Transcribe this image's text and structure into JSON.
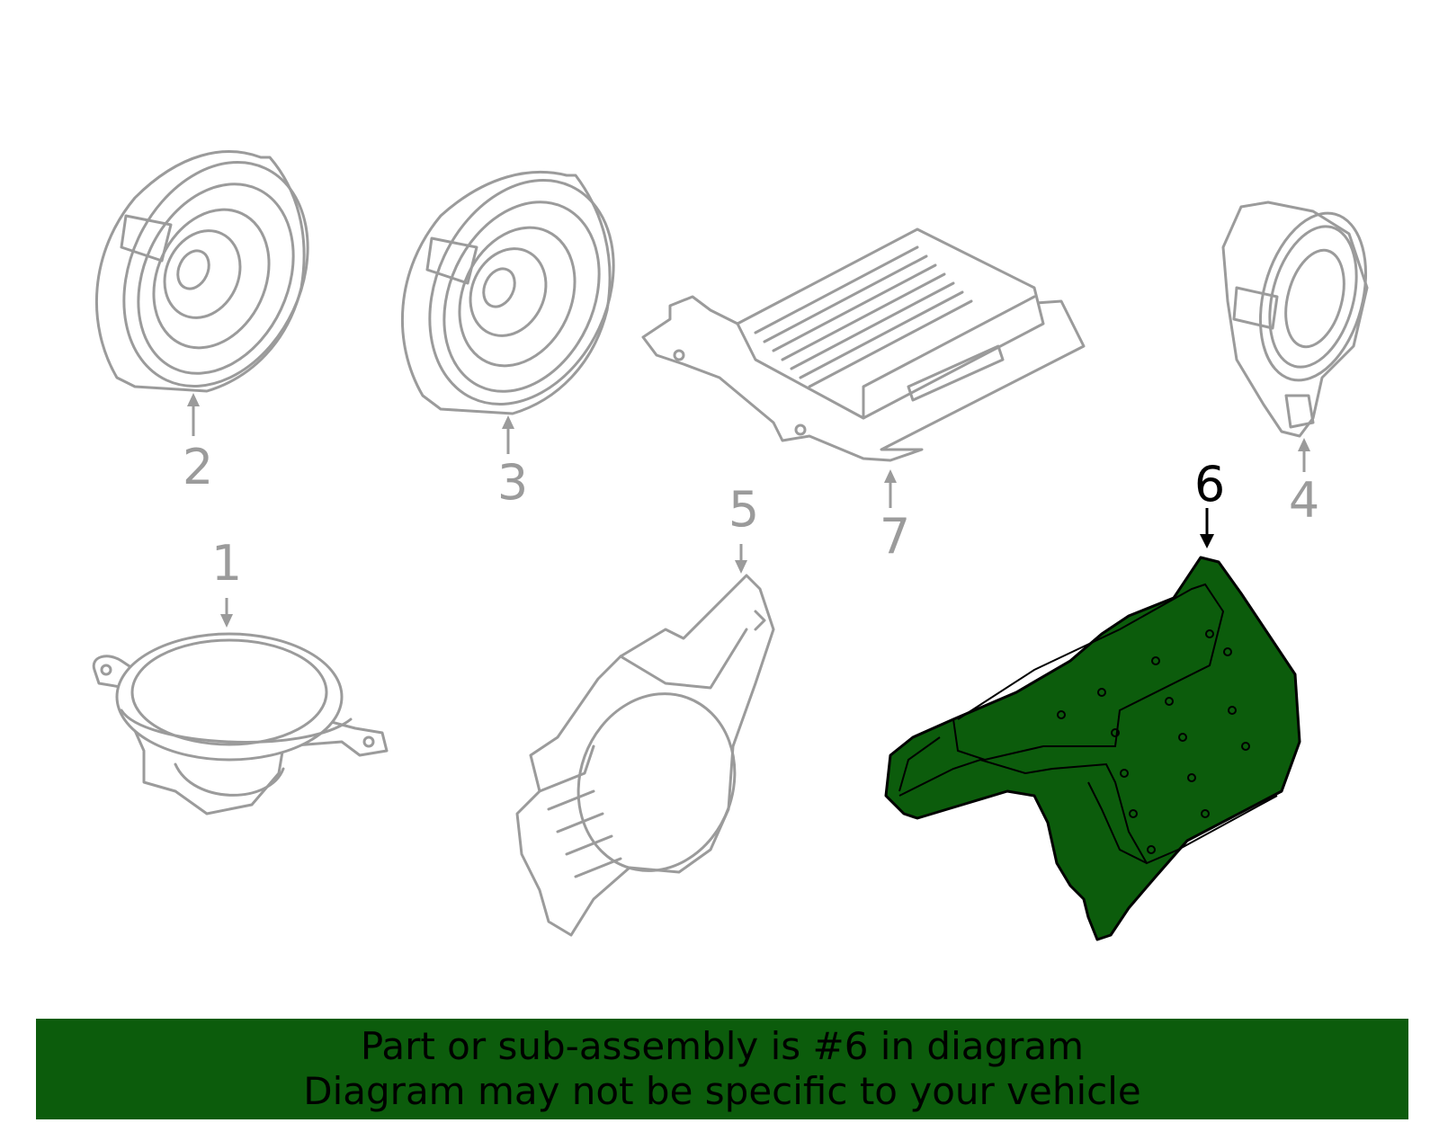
{
  "callouts": [
    {
      "id": "1",
      "label": "1",
      "highlighted": false
    },
    {
      "id": "2",
      "label": "2",
      "highlighted": false
    },
    {
      "id": "3",
      "label": "3",
      "highlighted": false
    },
    {
      "id": "4",
      "label": "4",
      "highlighted": false
    },
    {
      "id": "5",
      "label": "5",
      "highlighted": false
    },
    {
      "id": "6",
      "label": "6",
      "highlighted": true
    },
    {
      "id": "7",
      "label": "7",
      "highlighted": false
    }
  ],
  "colors": {
    "part_outline": "#9b9b9b",
    "highlight_fill": "#0c5c0c",
    "highlight_outline": "#000000",
    "banner_bg": "#0c5c0c",
    "banner_text": "#000000"
  },
  "banner": {
    "line1": "Part or sub-assembly is #6 in diagram",
    "line2": "Diagram may not be specific to your vehicle"
  }
}
